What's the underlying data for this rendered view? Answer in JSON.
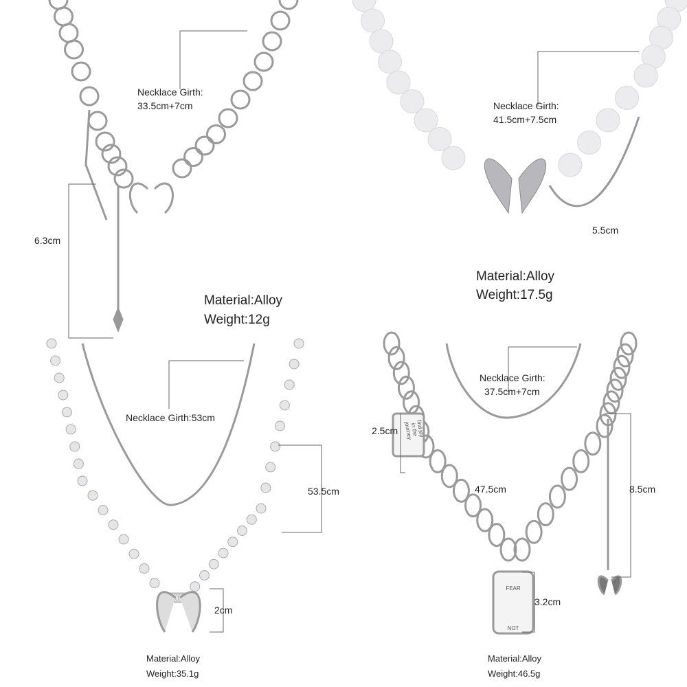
{
  "products": [
    {
      "girth_label": "Necklace Girth:",
      "girth_value": "33.5cm+7cm",
      "extra_dims": [
        "6.3cm"
      ],
      "material": "Material:Alloy",
      "weight": "Weight:12g"
    },
    {
      "girth_label": "Necklace Girth:",
      "girth_value": "41.5cm+7.5cm",
      "extra_dims": [
        "5.5cm"
      ],
      "material": "Material:Alloy",
      "weight": "Weight:17.5g"
    },
    {
      "girth_label": "Necklace Girth:53cm",
      "extra_dims": [
        "53.5cm",
        "2cm"
      ],
      "material": "Material:Alloy",
      "weight": "Weight:35.1g"
    },
    {
      "girth_label": "Necklace Girth:",
      "girth_value": "37.5cm+7cm",
      "extra_dims": [
        "2.5cm",
        "47.5cm",
        "8.5cm",
        "3.2cm"
      ],
      "material": "Material:Alloy",
      "weight": "Weight:46.5g",
      "pendant_text": [
        "find joy in the journey"
      ],
      "tag_text": [
        "FEAR",
        "NOT"
      ]
    }
  ],
  "colors": {
    "silver": "#9a9a9a",
    "line": "#555555",
    "pearl": "#e8e8ea"
  }
}
